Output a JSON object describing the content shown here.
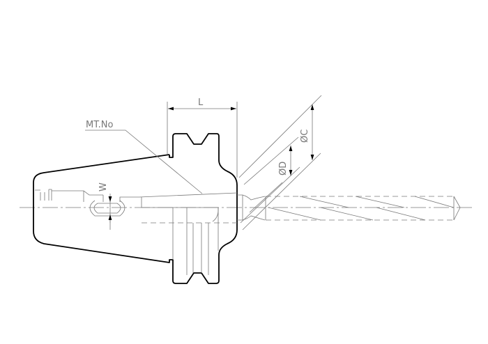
{
  "drawing": {
    "labels": {
      "length": "L",
      "morse_taper": "MT.No",
      "width": "W",
      "diameter_c": "ØC",
      "diameter_d": "ØD"
    },
    "colors": {
      "outline": "#000000",
      "dimension": "#777777"
    }
  }
}
